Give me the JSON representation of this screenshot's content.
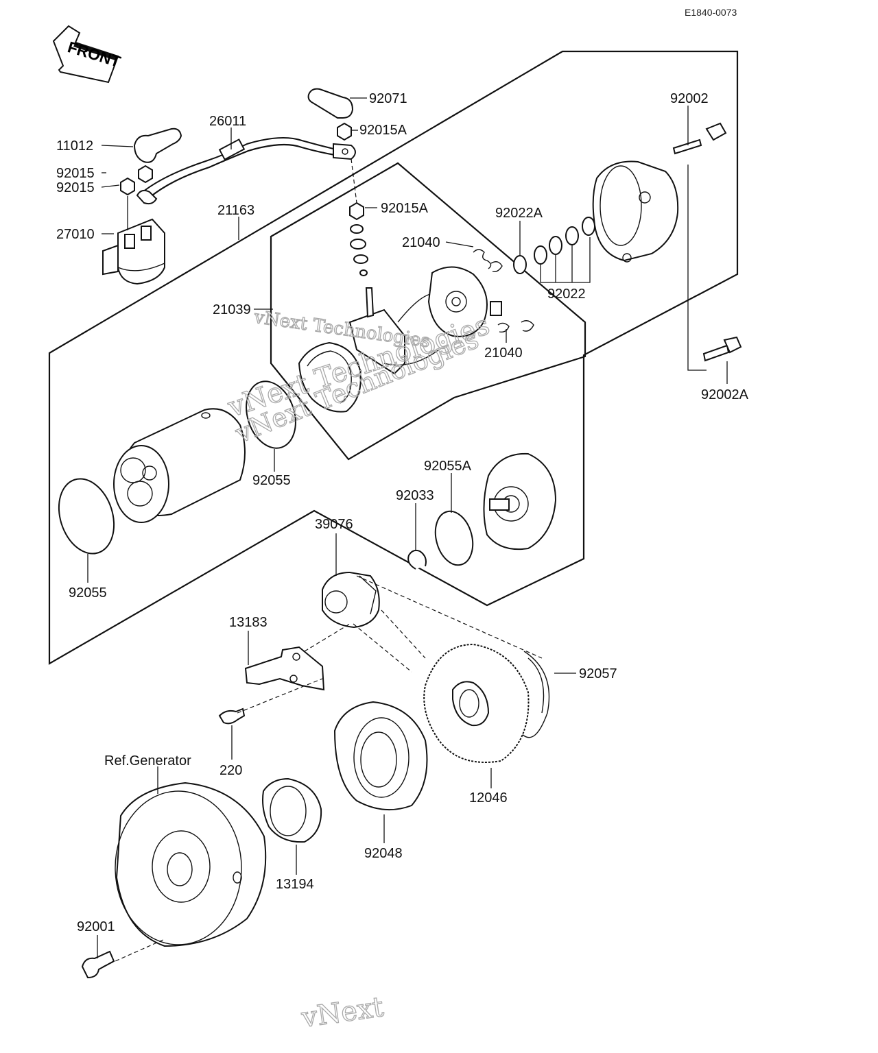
{
  "diagram_code": "E1840-0073",
  "front_arrow_label": "FRONT",
  "watermarks": [
    "vNext Technologies",
    "vNext Technologies",
    "vNext Technologies",
    "vNext"
  ],
  "callouts": {
    "p92071": "92071",
    "p92015A_top": "92015A",
    "p26011": "26011",
    "p11012": "11012",
    "p92015_a": "92015",
    "p92015_b": "92015",
    "p27010": "27010",
    "p21163": "21163",
    "p92015A_mid": "92015A",
    "p92002": "92002",
    "p92022A": "92022A",
    "p21040_top": "21040",
    "p92022": "92022",
    "p21039": "21039",
    "p21040_bot": "21040",
    "p92002A": "92002A",
    "p92055_mid": "92055",
    "p92055A": "92055A",
    "p92033": "92033",
    "p92055_left": "92055",
    "p39076": "39076",
    "p13183": "13183",
    "p92057": "92057",
    "p220": "220",
    "p12046": "12046",
    "p92048": "92048",
    "p13194": "13194",
    "ref_generator": "Ref.Generator",
    "p92001": "92001"
  }
}
